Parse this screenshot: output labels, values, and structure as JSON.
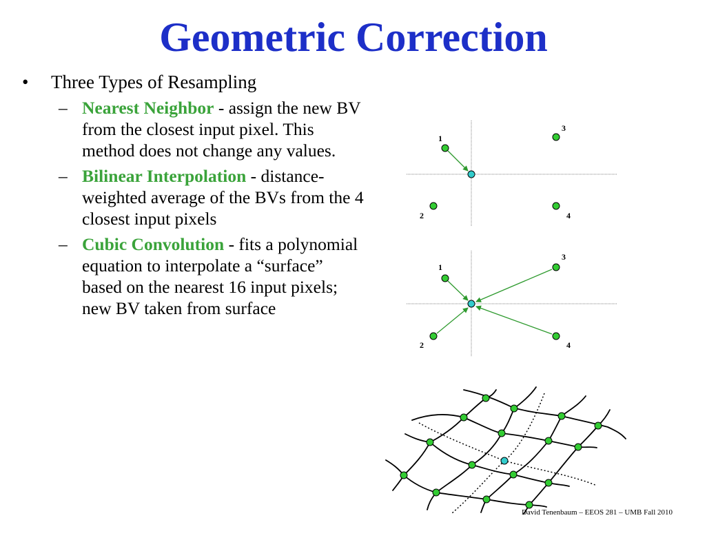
{
  "slide": {
    "title": "Geometric Correction",
    "bullet_symbol": "•",
    "bullet": "Three Types of Resampling",
    "dash_symbol": "–",
    "items": [
      {
        "term": "Nearest Neighbor",
        "desc": " - assign the new BV from the closest input pixel. This method does not change any values."
      },
      {
        "term": "Bilinear Interpolation",
        "desc": " - distance-weighted average of the BVs from the 4 closest input pixels"
      },
      {
        "term": "Cubic Convolution",
        "desc": " - fits a polynomial equation to interpolate a “surface” based on the nearest 16 input pixels; new BV taken from surface"
      }
    ],
    "footer": "David Tenenbaum – EEOS 281 – UMB Fall 2010"
  },
  "diagrams": {
    "point_labels": [
      "1",
      "2",
      "3",
      "4"
    ],
    "colors": {
      "input_point": "#33cc33",
      "output_point": "#33cccc",
      "arrow": "#2e9a2e",
      "axis": "#808080"
    }
  }
}
